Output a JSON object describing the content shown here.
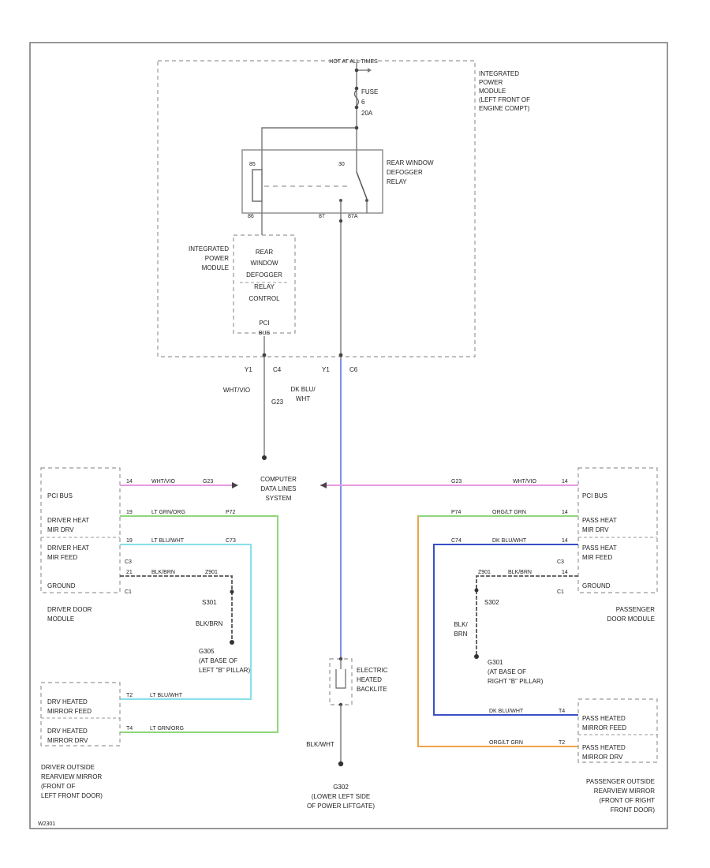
{
  "ipm_header": "HOT AT ALL TIMES",
  "ipm_title": [
    "INTEGRATED",
    "POWER",
    "MODULE",
    "(LEFT FRONT OF",
    "ENGINE COMPT)"
  ],
  "fuse": [
    "FUSE",
    "6",
    "20A"
  ],
  "relay": {
    "name": [
      "REAR WINDOW",
      "DEFOGGER",
      "RELAY"
    ],
    "pin_coil_top": "85",
    "pin_contact_top": "30",
    "pin_coil_bottom": "86",
    "pin_no": "87",
    "pin_nc": "87A"
  },
  "ipm_small": [
    "INTEGRATED",
    "POWER",
    "MODULE"
  ],
  "control": {
    "lines": [
      "REAR",
      "WINDOW",
      "DEFOGGER",
      "RELAY",
      "CONTROL"
    ],
    "pin": "PCI",
    "sub": "BUS"
  },
  "left_conn": {
    "a": "Y1",
    "b": "C4"
  },
  "right_conn": {
    "a": "Y1",
    "b": "C6"
  },
  "left_wire": {
    "color": "WHT/VIO",
    "splice": "G23"
  },
  "right_wire": [
    "DK BLU/",
    "WHT"
  ],
  "cdls": [
    "COMPUTER",
    "DATA LINES",
    "SYSTEM"
  ],
  "driver_door": {
    "labels": [
      "PCI BUS",
      "DRIVER HEAT",
      "MIR DRV",
      "DRIVER HEAT",
      "MIR FEED",
      "GROUND"
    ],
    "connector": "C1",
    "connector2": "C3",
    "pins": [
      "14",
      "19",
      "19",
      "21"
    ],
    "wires": [
      "WHT/VIO",
      "LT GRN/ORG",
      "LT BLU/WHT",
      "BLK/BRN"
    ],
    "circuits": [
      "G23",
      "P72",
      "C73",
      "Z901"
    ],
    "title": [
      "DRIVER DOOR",
      "MODULE"
    ]
  },
  "left_ground": {
    "splice": "S301",
    "wire": "BLK/BRN",
    "id": "G305",
    "loc": [
      "(AT BASE OF",
      "LEFT \"B\" PILLAR)"
    ]
  },
  "drv_mirror": {
    "labels": [
      "DRV HEATED",
      "MIRROR FEED",
      "DRV HEATED",
      "MIRROR DRV"
    ],
    "pins": [
      "T2",
      "T4"
    ],
    "wires": [
      "LT BLU/WHT",
      "LT GRN/ORG"
    ],
    "title": [
      "DRIVER OUTSIDE",
      "REARVIEW MIRROR",
      "(FRONT OF",
      "LEFT FRONT DOOR)"
    ]
  },
  "backlite": [
    "ELECTRIC",
    "HEATED",
    "BACKLITE"
  ],
  "center_ground": {
    "wire": "BLK/WHT",
    "id": "G302",
    "loc": [
      "(LOWER LEFT SIDE",
      "OF POWER LIFTGATE)"
    ]
  },
  "pass_door": {
    "labels": [
      "PCI BUS",
      "PASS HEAT",
      "MIR DRV",
      "PASS HEAT",
      "MIR FEED",
      "GROUND"
    ],
    "connector": "C1",
    "connector2": "C3",
    "pins": [
      "14",
      "14",
      "14",
      "14"
    ],
    "wires": [
      "WHT/VIO",
      "ORG/LT GRN",
      "DK BLU/WHT",
      "BLK/BRN"
    ],
    "circuits": [
      "G23",
      "P74",
      "C74",
      "Z901"
    ],
    "title": [
      "PASSENGER",
      "DOOR MODULE"
    ]
  },
  "right_ground": {
    "splice": "S302",
    "wire": [
      "BLK/",
      "BRN"
    ],
    "id": "G301",
    "loc": [
      "(AT BASE OF",
      "RIGHT \"B\" PILLAR)"
    ]
  },
  "pass_mirror": {
    "labels": [
      "PASS HEATED",
      "MIRROR FEED",
      "PASS HEATED",
      "MIRROR DRV"
    ],
    "pins": [
      "T4",
      "T2"
    ],
    "wires": [
      "DK BLU/WHT",
      "ORG/LT GRN"
    ],
    "title": [
      "PASSENGER OUTSIDE",
      "REARVIEW MIRROR",
      "(FRONT OF RIGHT",
      "FRONT DOOR)"
    ]
  },
  "footer": "W2301",
  "colors": {
    "blue": "#7f8fe6",
    "pink": "#e59be0",
    "green": "#8fd67a",
    "cyan": "#86e0ea",
    "navy": "#3a4fc7",
    "orange": "#f0a24a"
  }
}
